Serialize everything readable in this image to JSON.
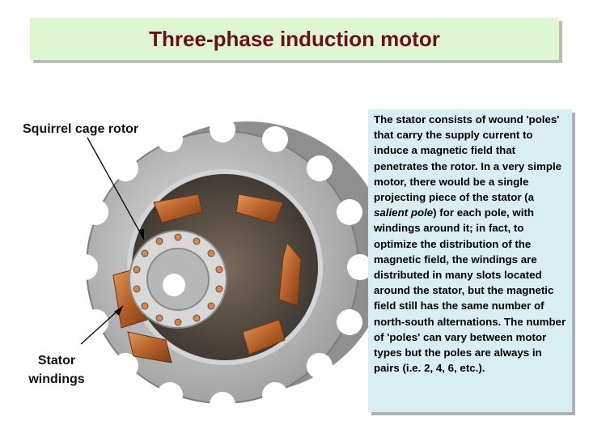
{
  "title": "Three-phase induction motor",
  "labels": {
    "rotor": "Squirrel cage rotor",
    "stator_line1": "Stator",
    "stator_line2": "windings"
  },
  "description": {
    "part1": "The stator consists of wound 'poles' that carry the supply current to induce a magnetic field that penetrates the rotor. In a very simple motor, there would be a single projecting piece of the stator (a ",
    "emphasis": "salient pole",
    "part2": ") for each pole, with windings around it; in fact, to optimize the distribution of the magnetic field, the windings are distributed in many slots located around the stator, but the magnetic field still has the same number of north-south alternations. The number of 'poles' can vary between motor types but the poles are always in pairs (i.e. 2, 4, 6, etc.)."
  },
  "colors": {
    "title_text": "#6b0f1a",
    "title_bg": "#dff6d3",
    "note_bg": "#d8eef3",
    "copper": "#b8612a",
    "steel": "#c9c9c9"
  }
}
